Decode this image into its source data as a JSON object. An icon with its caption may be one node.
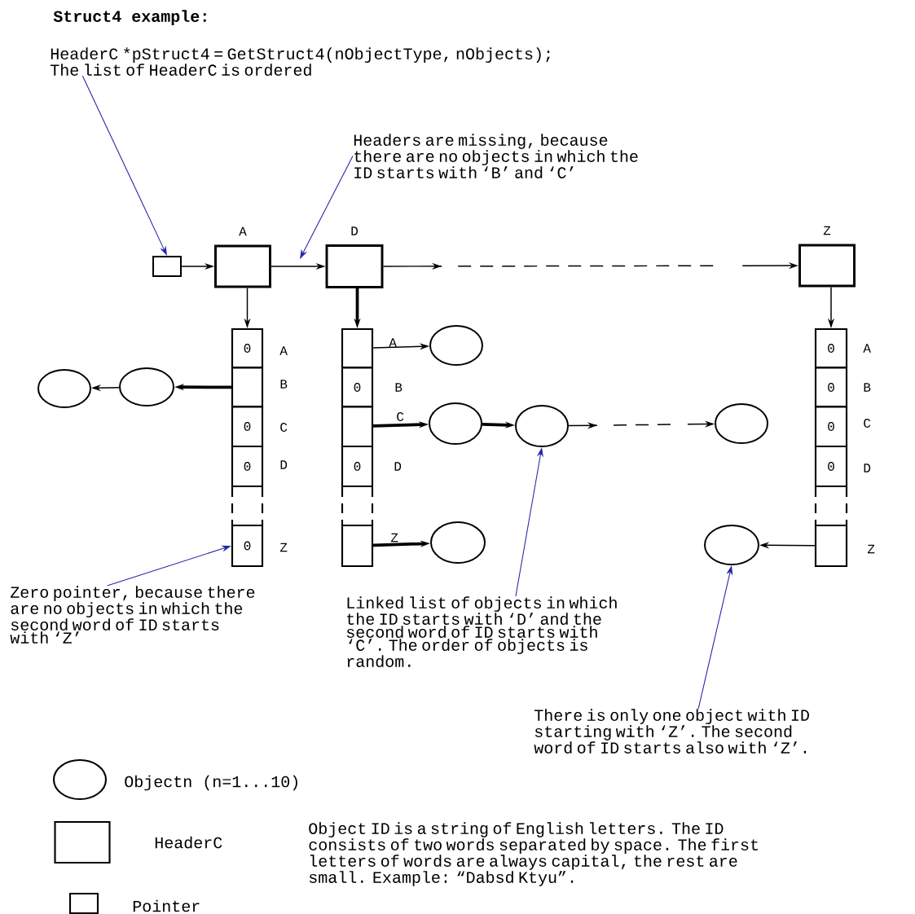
{
  "diagram": {
    "title": "Struct4 example:",
    "nodes": [
      {
        "text": [
          "HeaderC *pStruct4 = GetStruct4(nObjectType, nObjects);",
          "The list of HeaderC is ordered"
        ]
      },
      {
        "text": [],
        "shape": "box"
      },
      {
        "text": [
          "A"
        ]
      },
      {
        "text": [
          "D"
        ]
      },
      {
        "text": [
          "Z"
        ]
      },
      {
        "text": [
          "Headers are missing, because there are no objects in which the ID starts with ‘B’ and ‘C’"
        ]
      },
      {
        "text": [
          "0"
        ],
        "beside": [
          "A"
        ]
      },
      {
        "text": [],
        "shape": "box",
        "beside": [
          "B"
        ]
      },
      {
        "text": [
          "0"
        ],
        "beside": [
          "C"
        ]
      },
      {
        "text": [
          "0"
        ],
        "beside": [
          "D"
        ]
      },
      {
        "text": [
          "0"
        ],
        "beside": [
          "Z"
        ]
      },
      {
        "text": [],
        "shape": "box",
        "beside": [
          "A"
        ]
      },
      {
        "text": [
          "0"
        ],
        "beside": [
          "B"
        ]
      },
      {
        "text": [],
        "shape": "box",
        "beside": [
          "C"
        ]
      },
      {
        "text": [
          "0"
        ],
        "beside": [
          "D"
        ]
      },
      {
        "text": [],
        "shape": "box",
        "beside": [
          "Z"
        ]
      },
      {
        "text": [
          "0"
        ],
        "beside": [
          "A"
        ]
      },
      {
        "text": [
          "0"
        ],
        "beside": [
          "B"
        ]
      },
      {
        "text": [
          "0"
        ],
        "beside": [
          "C"
        ]
      },
      {
        "text": [
          "0"
        ],
        "beside": [
          "D"
        ]
      },
      {
        "text": [],
        "shape": "box",
        "beside": [
          "Z"
        ]
      },
      {
        "text": [],
        "shape": "ellipse"
      },
      {
        "text": [],
        "shape": "ellipse"
      },
      {
        "text": [],
        "shape": "ellipse"
      },
      {
        "text": [],
        "shape": "ellipse"
      },
      {
        "text": [],
        "shape": "ellipse"
      },
      {
        "text": [],
        "shape": "ellipse"
      },
      {
        "text": [],
        "shape": "ellipse"
      },
      {
        "text": [],
        "shape": "ellipse"
      },
      {
        "text": [
          "Zero pointer, because there are no objects in which the second word of ID starts with ‘Z’"
        ]
      },
      {
        "text": [
          "Linked list of objects in which the ID starts with ‘D’ and the second word of ID starts with ‘C’. The order of objects is random."
        ]
      },
      {
        "text": [
          "There is only one object with ID starting with ‘Z’. The second word of ID starts also with ‘Z’."
        ]
      }
    ],
    "edges": [
      {
        "from": 1,
        "to": 2,
        "arrow": "to"
      },
      {
        "from": 2,
        "to": 3,
        "arrow": "to"
      },
      {
        "from": 3,
        "to": 4,
        "arrow": "to",
        "style": "dashed"
      },
      {
        "from": 2,
        "to": 6,
        "arrow": "to"
      },
      {
        "from": 3,
        "to": 11,
        "arrow": "to",
        "style": "thick"
      },
      {
        "from": 4,
        "to": 16,
        "arrow": "to"
      },
      {
        "from": 7,
        "to": 22,
        "arrow": "to",
        "style": "thick"
      },
      {
        "from": 22,
        "to": 21,
        "arrow": "to"
      },
      {
        "from": 11,
        "to": 23,
        "arrow": "to"
      },
      {
        "from": 13,
        "to": 24,
        "arrow": "to",
        "style": "thick"
      },
      {
        "from": 24,
        "to": 25,
        "arrow": "to",
        "style": "thick"
      },
      {
        "from": 25,
        "to": 26,
        "arrow": "to",
        "style": "dashed"
      },
      {
        "from": 15,
        "to": 27,
        "arrow": "to",
        "style": "thick"
      },
      {
        "from": 20,
        "to": 28,
        "arrow": "to"
      },
      {
        "from": 0,
        "to": 1,
        "arrow": "to",
        "color": "#2323a8"
      },
      {
        "from": 5,
        "to": null,
        "arrow": "to",
        "color": "#2323a8"
      },
      {
        "from": 29,
        "to": 10,
        "arrow": "to",
        "color": "#2323a8"
      },
      {
        "from": 30,
        "to": 25,
        "arrow": "to",
        "color": "#2323a8"
      },
      {
        "from": 31,
        "to": 28,
        "arrow": "to",
        "color": "#2323a8"
      }
    ],
    "labels": [
      "Object ID is a string of English letters. The ID consists of two words separated by space. The first letters of words are always capital, the rest are small. Example: “Dabsd Ktyu”."
    ],
    "legend": [
      {
        "text": "Objectn (n=1...10)"
      },
      {
        "text": "HeaderC"
      },
      {
        "text": "Pointer"
      }
    ]
  }
}
